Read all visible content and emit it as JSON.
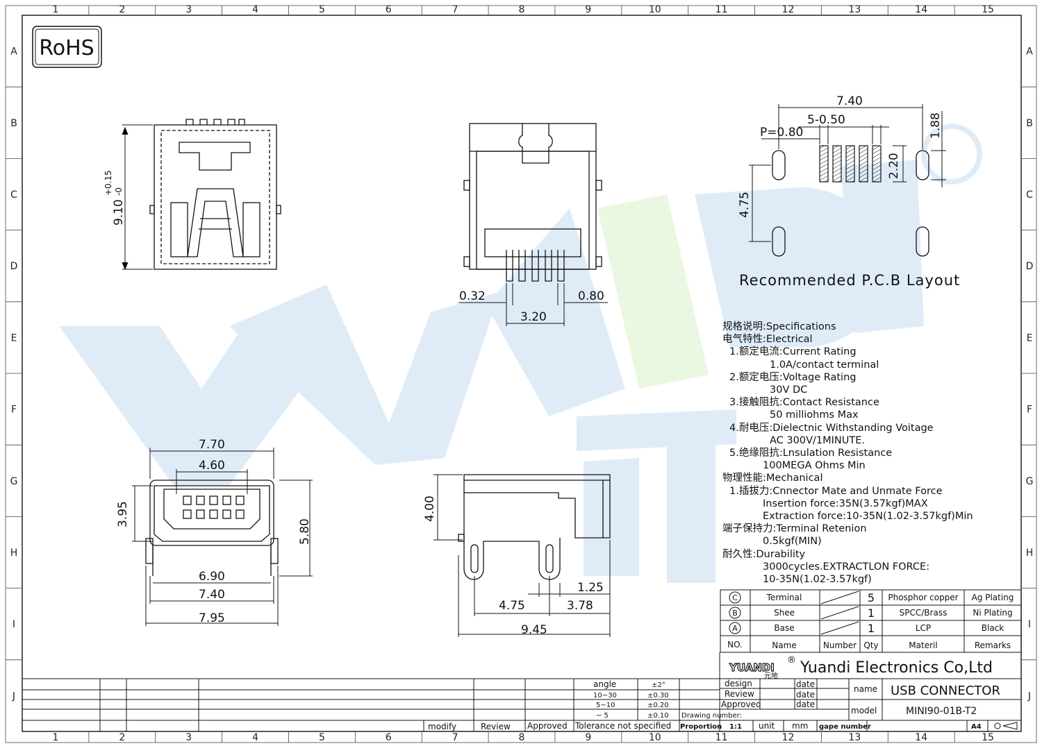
{
  "logo": {
    "rohs": "RoHS",
    "brand": "YUANDI",
    "registered": "®"
  },
  "grid": {
    "cols": [
      "1",
      "2",
      "3",
      "4",
      "5",
      "6",
      "7",
      "8",
      "9",
      "10",
      "11",
      "12",
      "13",
      "14",
      "15"
    ],
    "rows": [
      "A",
      "B",
      "C",
      "D",
      "E",
      "F",
      "G",
      "H",
      "I",
      "J"
    ]
  },
  "dimensions": {
    "top_height": "9.10",
    "top_tol_plus": "+0.15",
    "top_tol_minus": "-0",
    "front_pin_width": "0.32",
    "front_pitch": "0.80",
    "front_span": "3.20",
    "pcb_width": "7.40",
    "pcb_pads": "5-0.50",
    "pcb_pitch": "P=0.80",
    "pcb_pad_height": "2.20",
    "pcb_slot_width": "1.88",
    "pcb_slot_spacing": "4.75",
    "face_width": "7.70",
    "face_inner": "4.60",
    "face_height": "3.95",
    "face_total_height": "5.80",
    "face_w1": "6.90",
    "face_w2": "7.40",
    "face_w3": "7.95",
    "side_height": "4.00",
    "side_d1": "1.25",
    "side_d2": "4.75",
    "side_d3": "3.78",
    "side_total": "9.45"
  },
  "pcb_title": "Recommended P.C.B Layout",
  "specs": [
    "规格说明:Specifications",
    "电气特性:Electrical",
    "1.额定电流:Current Rating",
    "1.0A/contact terminal",
    "2.额定电压:Voltage Rating",
    "30V DC",
    "3.接触阻抗:Contact Resistance",
    "50 milliohms Max",
    "4.耐电压:Dielectnic Withstanding Voitage",
    "AC 300V/1MINUTE.",
    "5.绝缘阻抗:Lnsulation Resistance",
    "100MEGA Ohms Min",
    "物理性能:Mechanical",
    "1.插拔力:Cnnector Mate and Unmate Force",
    "Insertion force:35N(3.57kgf)MAX",
    "Extraction force:10-35N(1.02-3.57kgf)Min",
    "端子保持力:Terminal Retenion",
    "0.5kgf(MIN)",
    "耐久性:Durability",
    "3000cycles.EXTRACTLON FORCE:",
    "10-35N(1.02-3.57kgf)"
  ],
  "bom": {
    "rows": [
      {
        "no": "C",
        "name": "Terminal",
        "qty": "5",
        "material": "Phosphor copper",
        "remarks": "Ag Plating"
      },
      {
        "no": "B",
        "name": "Shee",
        "qty": "1",
        "material": "SPCC/Brass",
        "remarks": "Ni Plating"
      },
      {
        "no": "A",
        "name": "Base",
        "qty": "1",
        "material": "LCP",
        "remarks": "Black"
      }
    ],
    "header": {
      "no": "NO.",
      "name": "Name",
      "number": "Number",
      "qty": "Qty",
      "material": "Materil",
      "remarks": "Remarks"
    }
  },
  "title_block": {
    "company": "Yuandi Electronics Co,Ltd",
    "brand_small": "YUANDI",
    "brand_cn": "元地",
    "design": "design",
    "review": "Review",
    "approved": "Approved",
    "date": "date",
    "name_label": "name",
    "name_value": "USB CONNECTOR",
    "model_label": "model",
    "model_value": "MINI90-01B-T2",
    "drawing_number": "Drawing number:",
    "proportion": "Proportion",
    "scale": "1:1",
    "unit": "unit",
    "mm": "mm",
    "gape_number": "gape number",
    "size": "A4"
  },
  "tolerance": {
    "angle": "angle",
    "angle_val": "±2°",
    "r1": "10~30",
    "r1v": "±0.30",
    "r2": "5~10",
    "r2v": "±0.20",
    "r3": "~ 5",
    "r3v": "±0.10",
    "label": "Tolerance not specified"
  },
  "revision": {
    "modify": "modify",
    "review": "Review",
    "approved": "Approved"
  }
}
